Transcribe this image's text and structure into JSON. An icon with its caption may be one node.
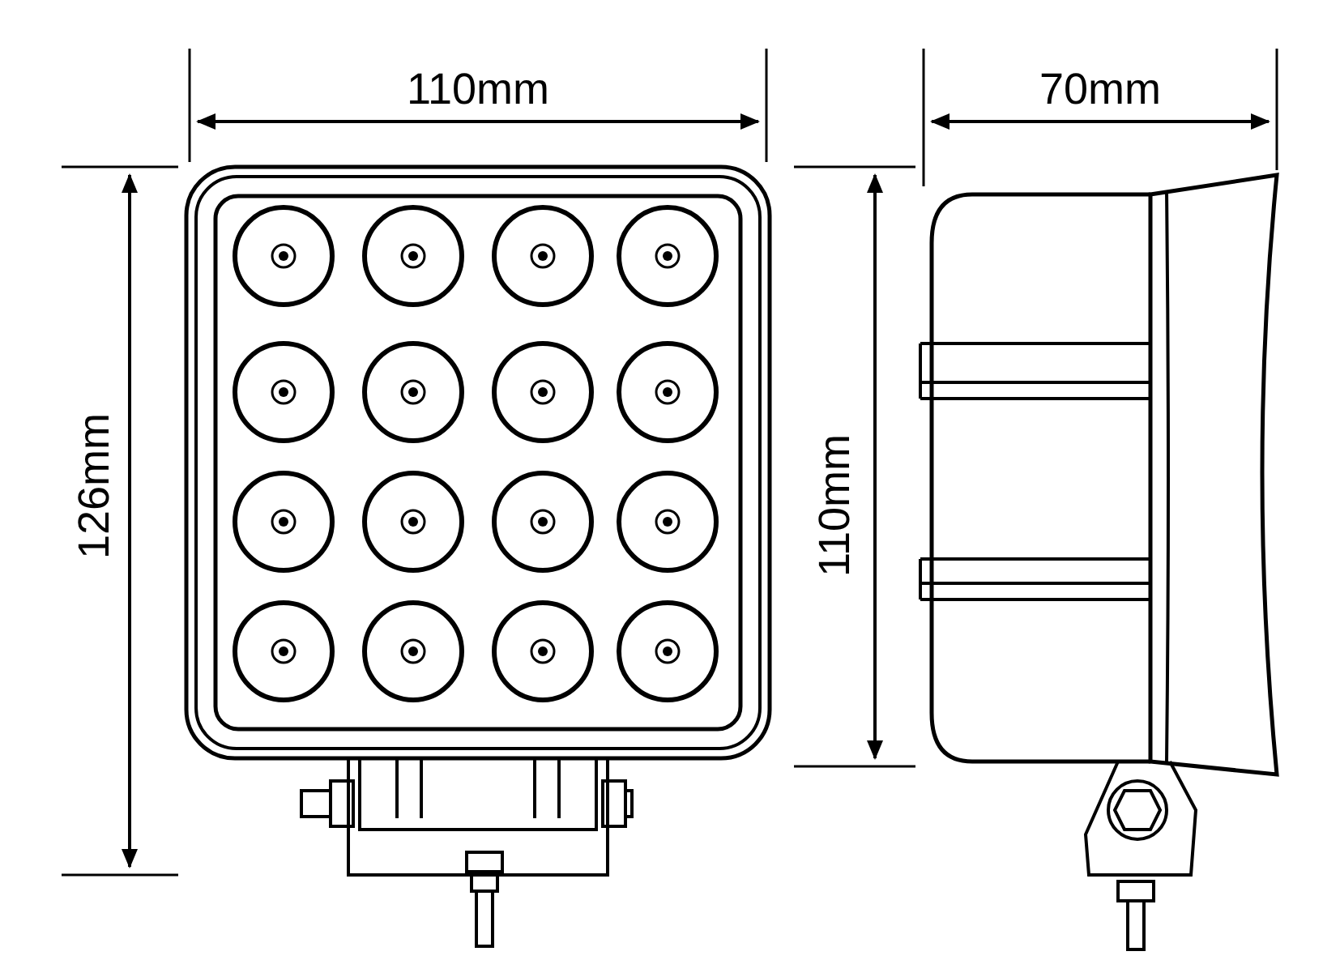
{
  "diagram": {
    "labels": [
      "110mm",
      "70mm",
      "126mm",
      "110mm"
    ]
  }
}
